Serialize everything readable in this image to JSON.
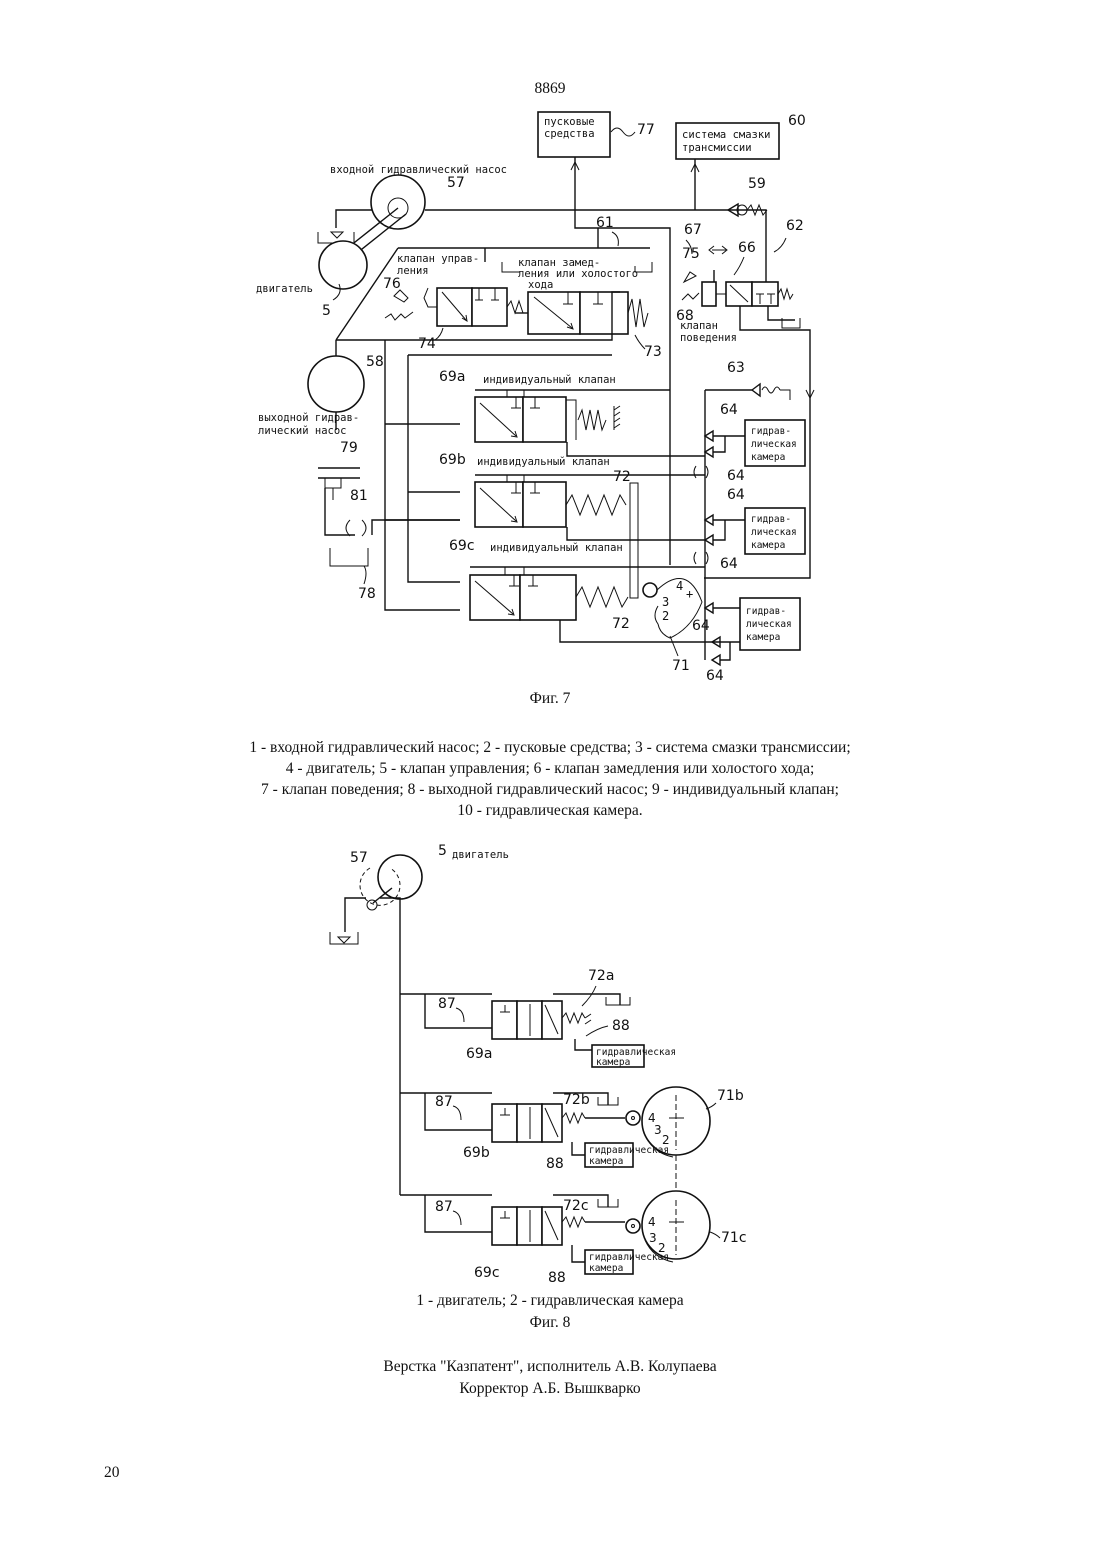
{
  "header": {
    "doc_number": "8869"
  },
  "fig7": {
    "caption": "Фиг. 7",
    "labels": {
      "starting": "пусковые средства",
      "lube": "система смазки трансмиссии",
      "input_pump": "входной гидравлический насос",
      "engine": "двигатель",
      "control_valve": "клапан управления",
      "decel_valve": "клапан замедления или холостого хода",
      "behavior_valve": "клапан поведения",
      "output_pump": "выходной гидравлический насос",
      "individual_valve": "индивидуальный клапан",
      "chamber": "гидравлическая камера"
    },
    "numbers": [
      "77",
      "60",
      "57",
      "59",
      "61",
      "62",
      "67",
      "75",
      "66",
      "5",
      "76",
      "74",
      "73",
      "68",
      "58",
      "63",
      "69a",
      "64",
      "79",
      "69b",
      "72",
      "81",
      "69c",
      "78",
      "71"
    ],
    "legend": [
      "1 - входной гидравлический насос; 2 - пусковые средства; 3 - система смазки трансмиссии;",
      "4 - двигатель; 5 - клапан управления; 6 - клапан замедления или холостого хода;",
      "7 - клапан поведения; 8 - выходной гидравлический насос; 9 - индивидуальный клапан;",
      "10 - гидравлическая камера."
    ]
  },
  "fig8": {
    "caption": "Фиг. 8",
    "labels": {
      "engine": "двигатель",
      "chamber": "гидравлическая камера"
    },
    "numbers": [
      "57",
      "5",
      "72a",
      "87",
      "88",
      "69a",
      "72b",
      "71b",
      "69b",
      "72c",
      "71c",
      "69c"
    ],
    "legend": "1 - двигатель;   2 - гидравлическая  камера"
  },
  "footer": {
    "credits": "Верстка \"Казпатент\", исполнитель А.В. Колупаева",
    "corrector": "Корректор А.Б. Вышкварко",
    "page_number": "20"
  }
}
